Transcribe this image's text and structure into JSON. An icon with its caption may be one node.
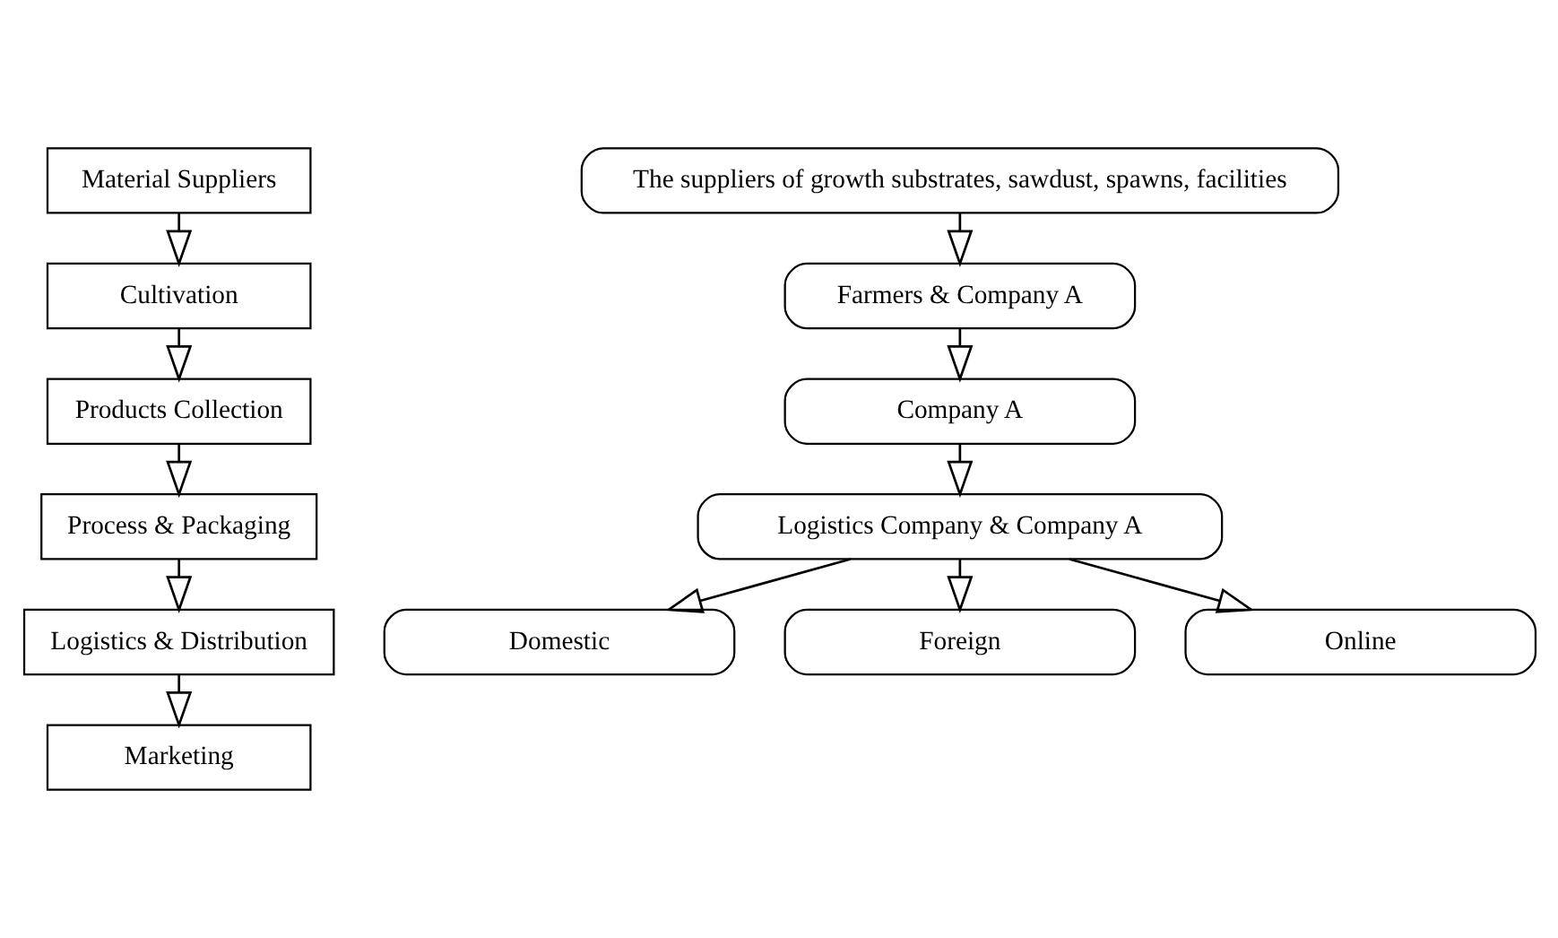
{
  "diagram": {
    "nodes": [
      {
        "text": [
          "Material Suppliers"
        ]
      },
      {
        "text": [
          "Cultivation"
        ]
      },
      {
        "text": [
          "Products Collection"
        ]
      },
      {
        "text": [
          "Process & Packaging"
        ]
      },
      {
        "text": [
          "Logistics & Distribution"
        ]
      },
      {
        "text": [
          "Marketing"
        ]
      },
      {
        "text": [
          "The suppliers of growth substrates, sawdust, spawns, facilities"
        ]
      },
      {
        "text": [
          "Farmers & Company A"
        ]
      },
      {
        "text": [
          "Company A"
        ]
      },
      {
        "text": [
          "Logistics Company & Company A"
        ]
      },
      {
        "text": [
          "Domestic"
        ]
      },
      {
        "text": [
          "Foreign"
        ]
      },
      {
        "text": [
          "Online"
        ]
      }
    ],
    "edges": [
      {
        "from": 0,
        "to": 1,
        "arrow": "to"
      },
      {
        "from": 1,
        "to": 2,
        "arrow": "to"
      },
      {
        "from": 2,
        "to": 3,
        "arrow": "to"
      },
      {
        "from": 3,
        "to": 4,
        "arrow": "to"
      },
      {
        "from": 4,
        "to": 5,
        "arrow": "to"
      },
      {
        "from": 6,
        "to": 7,
        "arrow": "to"
      },
      {
        "from": 7,
        "to": 8,
        "arrow": "to"
      },
      {
        "from": 8,
        "to": 9,
        "arrow": "to"
      },
      {
        "from": 9,
        "to": 10,
        "arrow": "to"
      },
      {
        "from": 9,
        "to": 11,
        "arrow": "to"
      },
      {
        "from": 9,
        "to": 12,
        "arrow": "to"
      }
    ]
  }
}
